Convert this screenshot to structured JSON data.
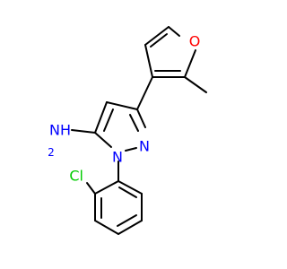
{
  "molecule": {
    "atoms": {
      "furan_oxygen": {
        "text": "O",
        "color": "#ff0000"
      },
      "amine": {
        "text": "NH",
        "subscript": "2",
        "color": "#0000ff"
      },
      "pyrazole_n2": {
        "text": "N",
        "color": "#0000ff"
      },
      "pyrazole_n1": {
        "text": "N",
        "color": "#0000ff"
      },
      "chlorine": {
        "text": "Cl",
        "color": "#00cc00"
      }
    }
  }
}
